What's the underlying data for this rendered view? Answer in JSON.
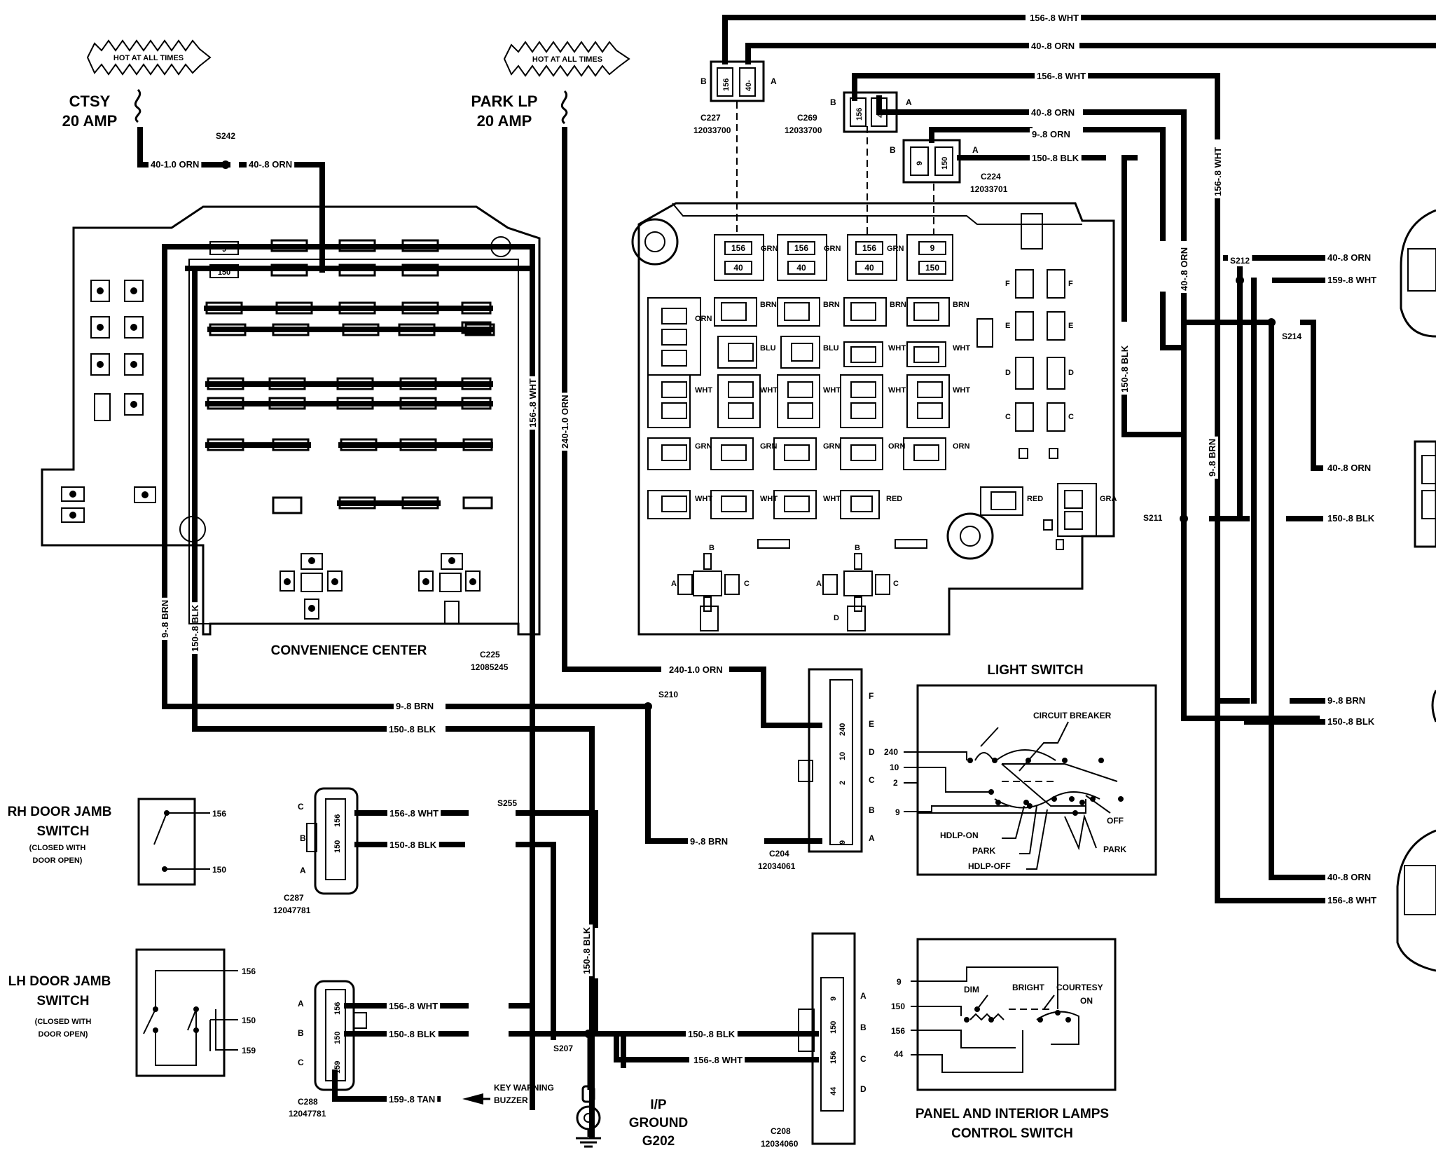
{
  "fuses": {
    "ctsy": {
      "name": "CTSY",
      "rating": "20 AMP",
      "hot": "HOT AT ALL TIMES"
    },
    "park": {
      "name": "PARK LP",
      "rating": "20 AMP",
      "hot": "HOT AT ALL TIMES"
    }
  },
  "convenience_center": {
    "label": "CONVENIENCE CENTER",
    "connector": "C225",
    "part": "12085245",
    "term_9": "9",
    "term_150": "150"
  },
  "light_switch": {
    "title": "LIGHT SWITCH",
    "circuit_breaker": "CIRCUIT BREAKER",
    "pins": [
      "240",
      "10",
      "2",
      "9"
    ],
    "positions": {
      "hdlp_on": "HDLP-ON",
      "park": "PARK",
      "hdlp_off": "HDLP-OFF",
      "off": "OFF",
      "park_r": "PARK"
    }
  },
  "panel_switch": {
    "title_1": "PANEL AND INTERIOR LAMPS",
    "title_2": "CONTROL SWITCH",
    "pins": [
      "9",
      "150",
      "156",
      "44"
    ],
    "dim": "DIM",
    "bright": "BRIGHT",
    "courtesy_1": "COURTESY",
    "courtesy_2": "ON"
  },
  "rh_switch": {
    "title_1": "RH DOOR JAMB",
    "title_2": "SWITCH",
    "note_1": "(CLOSED WITH",
    "note_2": "DOOR OPEN)",
    "pins": [
      "156",
      "150"
    ]
  },
  "lh_switch": {
    "title_1": "LH DOOR JAMB",
    "title_2": "SWITCH",
    "note_1": "(CLOSED WITH",
    "note_2": "DOOR OPEN)",
    "pins": [
      "156",
      "150",
      "159"
    ]
  },
  "ground": {
    "line1": "I/P",
    "line2": "GROUND",
    "line3": "G202",
    "splice": "S207"
  },
  "buzzer": {
    "line1": "KEY WARNING",
    "line2": "BUZZER"
  },
  "connectors": {
    "c227": {
      "name": "C227",
      "part": "12033700",
      "a": "A",
      "b": "B",
      "pins": [
        "156",
        "40-"
      ]
    },
    "c269": {
      "name": "C269",
      "part": "12033700",
      "a": "A",
      "b": "B",
      "pins": [
        "156",
        "40"
      ]
    },
    "c224": {
      "name": "C224",
      "part": "12033701",
      "a": "A",
      "b": "B",
      "pins": [
        "9",
        "150"
      ]
    },
    "c204": {
      "name": "C204",
      "part": "12034061",
      "cells": [
        "240",
        "10",
        "2",
        "",
        "9"
      ],
      "letters": [
        "F",
        "E",
        "D",
        "C",
        "B",
        "A"
      ]
    },
    "c287": {
      "name": "C287",
      "part": "12047781",
      "pins": [
        "156",
        "150"
      ],
      "letters": [
        "C",
        "B",
        "A"
      ]
    },
    "c288": {
      "name": "C288",
      "part": "12047781",
      "pins": [
        "156",
        "150",
        "159"
      ],
      "letters": [
        "A",
        "B",
        "C"
      ]
    },
    "c208": {
      "name": "C208",
      "part": "12034060",
      "pins": [
        "9",
        "150",
        "156",
        "44"
      ],
      "letters": [
        "A",
        "B",
        "C",
        "D"
      ]
    }
  },
  "splices": {
    "s242": "S242",
    "s210": "S210",
    "s255": "S255",
    "s211": "S211",
    "s212": "S212",
    "s214": "S214"
  },
  "wires": {
    "w40_1": "40-1.0 ORN",
    "w40_8": "40-.8 ORN",
    "w9_brn_v": "9-.8 BRN",
    "w150_blk_v": "150-.8 BLK",
    "w156_wht_v": "156-.8 WHT",
    "w240_v": "240-1.0 ORN",
    "w240_h": "240-1.0 ORN",
    "w9_brn_h": "9-.8 BRN",
    "w150_blk_h": "150-.8 BLK",
    "w9_brn_c204": "9-.8 BRN",
    "w156_c287": "156-.8 WHT",
    "w150_c287": "150-.8 BLK",
    "w156_c288": "156-.8 WHT",
    "w150_c288": "150-.8 BLK",
    "w159_tan": "159-.8 TAN",
    "w150_blk_gnd": "150-.8 BLK",
    "w150_c208": "150-.8 BLK",
    "w156_c208": "156-.8 WHT",
    "top_156_1": "156-.8 WHT",
    "top_40_1": "40-.8 ORN",
    "top_156_2": "156-.8 WHT",
    "top_40_2": "40-.8 ORN",
    "top_9": "9-.8 ORN",
    "top_150": "150-.8 BLK",
    "v156_right": "156-.8 WHT",
    "v40_right": "40-.8 ORN",
    "v150_right": "150-.8 BLK",
    "v9_right": "9-.8 BRN",
    "r40_a": "40-.8 ORN",
    "r159_a": "159-.8 WHT",
    "r40_b": "40-.8 ORN",
    "r150_b": "150-.8 BLK",
    "r9_c": "9-.8 BRN",
    "r150_c": "150-.8 BLK",
    "r40_d": "40-.8 ORN",
    "r156_d": "156-.8 WHT"
  },
  "fuse_block": {
    "cells": [
      "156",
      "40",
      "156",
      "40",
      "156",
      "40",
      "9",
      "150"
    ],
    "colors": {
      "grn": "GRN",
      "brn": "BRN",
      "orn": "ORN",
      "blu": "BLU",
      "wht": "WHT",
      "red": "RED",
      "gra": "GRA"
    },
    "letters": {
      "f": "F",
      "e": "E",
      "d": "D",
      "c": "C",
      "b": "B",
      "a": "A"
    }
  }
}
